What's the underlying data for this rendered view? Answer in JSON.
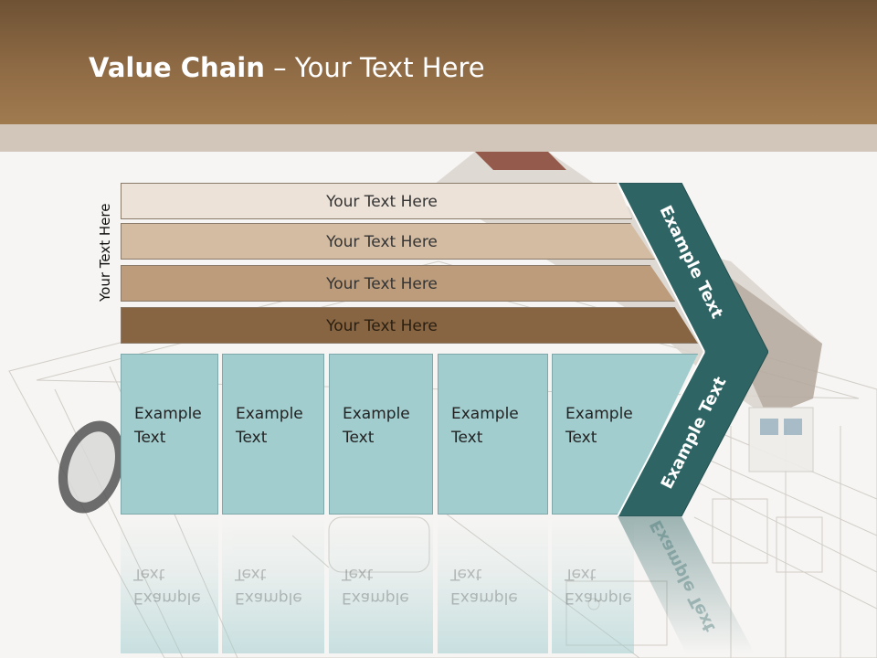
{
  "slide": {
    "title_bold": "Value Chain",
    "title_rest": " – Your Text Here",
    "side_label": "Your Text Here"
  },
  "rows": [
    {
      "label": "Your Text Here"
    },
    {
      "label": "Your Text Here"
    },
    {
      "label": "Your Text Here"
    },
    {
      "label": "Your Text Here"
    }
  ],
  "boxes": [
    {
      "line1": "Example",
      "line2": "Text"
    },
    {
      "line1": "Example",
      "line2": "Text"
    },
    {
      "line1": "Example",
      "line2": "Text"
    },
    {
      "line1": "Example",
      "line2": "Text"
    },
    {
      "line1": "Example",
      "line2": "Text"
    }
  ],
  "chevron": {
    "top_label": "Example Text",
    "bottom_label": "Example Text"
  },
  "colors": {
    "header": "#8f6b45",
    "band": "#d2c6bb",
    "row1": "#ede2d8",
    "row2": "#d4bca2",
    "row3": "#bc9c7b",
    "row4": "#876542",
    "box": "#a2cdcf",
    "chevron": "#2f6464"
  }
}
